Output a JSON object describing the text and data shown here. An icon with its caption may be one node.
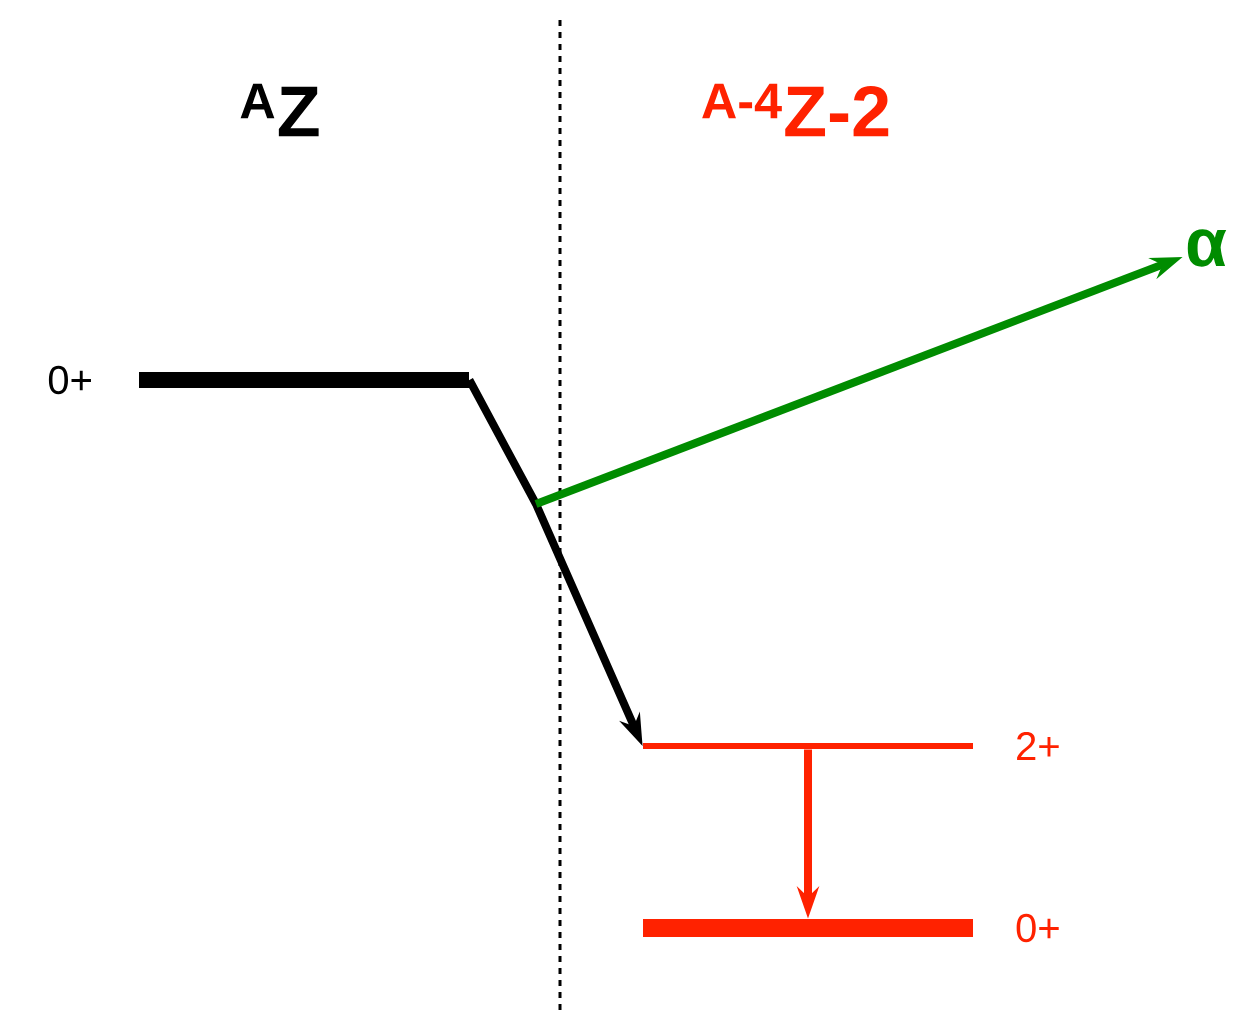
{
  "diagram": {
    "nodes": [
      {
        "text": [],
        "shape": "bar",
        "beside": [
          "0+"
        ]
      },
      {
        "text": [],
        "shape": "bar",
        "beside": [
          "2+"
        ]
      },
      {
        "text": [],
        "shape": "bar",
        "beside": [
          "0+"
        ]
      },
      {
        "text": [
          "α"
        ]
      }
    ],
    "edges": [
      {
        "from": 0,
        "to": 1,
        "arrow": "to",
        "color": "#000000"
      },
      {
        "from": null,
        "to": 3,
        "arrow": "to",
        "color": "#008c00"
      },
      {
        "from": 1,
        "to": 2,
        "arrow": "to",
        "color": "#ff2200"
      }
    ],
    "labels": [
      "$^{A}$Z",
      "$^{A-4}$Z-2"
    ]
  }
}
